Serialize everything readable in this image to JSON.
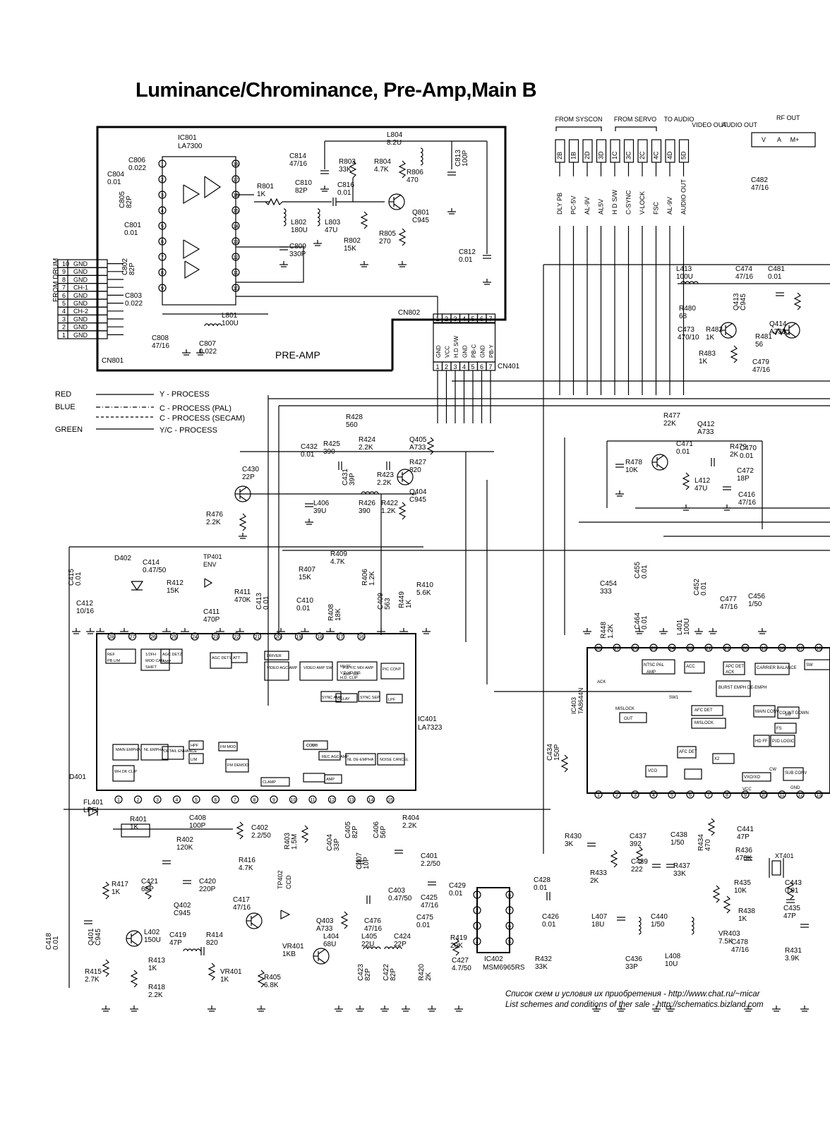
{
  "title": "Luminance/Chrominance, Pre-Amp,Main B",
  "credits": {
    "line1": "Список схем и условия их приобретения - http://www.chat.ru/~micar",
    "line2": "List schemes and conditions of ther sale - http://schematics.bizland.com"
  },
  "legend": [
    {
      "color": "RED",
      "meaning": "Y - PROCESS"
    },
    {
      "color": "BLUE",
      "meaning": "C - PROCESS (PAL)"
    },
    {
      "color": "",
      "meaning": "C - PROCESS (SECAM)"
    },
    {
      "color": "GREEN",
      "meaning": "Y/C - PROCESS"
    }
  ],
  "preamp": {
    "label": "PRE-AMP",
    "ic": "IC801",
    "ic_part": "LA7300",
    "connector": "CN801",
    "from_drum": "FROM DRUM",
    "cn802": "CN802",
    "cn401": "CN401",
    "cn801_pins": [
      {
        "n": "10",
        "sig": "GND"
      },
      {
        "n": "9",
        "sig": "GND"
      },
      {
        "n": "8",
        "sig": "GND"
      },
      {
        "n": "7",
        "sig": "CH-1"
      },
      {
        "n": "6",
        "sig": "GND"
      },
      {
        "n": "5",
        "sig": "GND"
      },
      {
        "n": "4",
        "sig": "CH-2"
      },
      {
        "n": "3",
        "sig": "GND"
      },
      {
        "n": "2",
        "sig": "GND"
      },
      {
        "n": "1",
        "sig": "GND"
      }
    ],
    "cn802_pins": [
      "1",
      "2",
      "3",
      "4",
      "5",
      "6",
      "7"
    ],
    "cn401_signals": [
      "GND",
      "VCC",
      "H.D S/W",
      "GND",
      "PB-C",
      "GND",
      "PB-Y"
    ],
    "components": [
      {
        "ref": "C806",
        "value": "0.022"
      },
      {
        "ref": "C804",
        "value": "0.01"
      },
      {
        "ref": "C805",
        "value": "82P"
      },
      {
        "ref": "C801",
        "value": "0.01"
      },
      {
        "ref": "C802",
        "value": "82P"
      },
      {
        "ref": "C803",
        "value": "0.022"
      },
      {
        "ref": "C808",
        "value": "47/16"
      },
      {
        "ref": "C807",
        "value": "0.022"
      },
      {
        "ref": "L801",
        "value": "100U"
      },
      {
        "ref": "C814",
        "value": "47/16"
      },
      {
        "ref": "R801",
        "value": "1K"
      },
      {
        "ref": "C810",
        "value": "82P"
      },
      {
        "ref": "L802",
        "value": "180U"
      },
      {
        "ref": "C809",
        "value": "330P"
      },
      {
        "ref": "L803",
        "value": "47U"
      },
      {
        "ref": "R803",
        "value": "33K"
      },
      {
        "ref": "C816",
        "value": "0.01"
      },
      {
        "ref": "R802",
        "value": "15K"
      },
      {
        "ref": "R804",
        "value": "4.7K"
      },
      {
        "ref": "R805",
        "value": "270"
      },
      {
        "ref": "L804",
        "value": "8.2U"
      },
      {
        "ref": "R806",
        "value": "470"
      },
      {
        "ref": "C813",
        "value": "100P"
      },
      {
        "ref": "Q801",
        "value": "C945"
      },
      {
        "ref": "C812",
        "value": "0.01"
      }
    ]
  },
  "header_groups": [
    {
      "label": "FROM SYSCON"
    },
    {
      "label": "FROM SERVO"
    },
    {
      "label": "TO AUDIO"
    },
    {
      "label": "VIDEO OUT"
    },
    {
      "label": "AUDIO OUT"
    },
    {
      "label": "RF OUT"
    }
  ],
  "rf_pins": [
    "V",
    "A",
    "M+"
  ],
  "connector_pins": [
    {
      "pin": "2B",
      "sig": "DLY PB"
    },
    {
      "pin": "1B",
      "sig": "PC-5V"
    },
    {
      "pin": "2D",
      "sig": "AL-9V"
    },
    {
      "pin": "3D",
      "sig": "AL5V"
    },
    {
      "pin": "1C",
      "sig": "H D S/W"
    },
    {
      "pin": "3C",
      "sig": "C-SYNC"
    },
    {
      "pin": "2C",
      "sig": "V-LOCK"
    },
    {
      "pin": "4C",
      "sig": "FSC"
    },
    {
      "pin": "4D",
      "sig": "AL-9V"
    },
    {
      "pin": "5D",
      "sig": "AUDIO OUT"
    }
  ],
  "ic401": {
    "ref": "IC401",
    "part": "LA7323",
    "top_pins": [
      "28",
      "27",
      "26",
      "25",
      "24",
      "23",
      "22",
      "21",
      "20",
      "19",
      "18",
      "17",
      "16"
    ],
    "bottom_pins": [
      "1",
      "2",
      "3",
      "4",
      "5",
      "6",
      "7",
      "8",
      "9",
      "10",
      "11",
      "12",
      "13",
      "14",
      "15"
    ],
    "blocks": [
      "REF",
      "PB LIM",
      "1/2FH",
      "MOD CAR",
      "SHIFT",
      "AGC DETZ",
      "AMP",
      "AGC DET1",
      "ATT",
      "DRIVER",
      "VIDEO AGC AMP",
      "VIDEO AMP SW",
      "MUTE",
      "V.D.HD INS",
      "H.D. CLIP",
      "P.B Y/C MIX AMP",
      "AMP SW",
      "PIC CONT",
      "SYNC AMP",
      "DELAY",
      "SYNC SEP",
      "LPF",
      "CCD",
      "REC AGC AMP",
      "MAIN EMPHA",
      "NL EMPHA",
      "DETAIL ENHANCE",
      "HPF",
      "LIM",
      "FM MOD",
      "FM DEMOD",
      "CLAMP",
      "AMP",
      "NL DE-EMPHA",
      "NOISE CANCEL",
      "WH DK CLIP",
      "COMB"
    ]
  },
  "ic403": {
    "ref": "IC403",
    "part": "TA8644N",
    "blocks": [
      "ACK",
      "MISLOCK",
      "OUT",
      "NTSC PAL",
      "ACC",
      "AMP",
      "APC DET",
      "ACK",
      "BURST EMPH DE-EMPH",
      "CARRIER BALANCE",
      "SW",
      "AFC DET",
      "MISLOCK",
      "MAIN CONV",
      "COUNT DOWN",
      "1/8",
      "FS",
      "HD FF",
      "P.ID LOGIC",
      "VCO",
      "AFC DET",
      "X2",
      "VXO/XO",
      "SUB CONV",
      "CW",
      "GND",
      "VCC",
      "SW1"
    ]
  },
  "ic402": {
    "ref": "IC402",
    "part": "MSM6965RS"
  },
  "tp401": {
    "ref": "TP401",
    "label": "ENV"
  },
  "tp402": {
    "ref": "TP402",
    "label": "CCD"
  },
  "xtal": {
    "ref": "XT401"
  },
  "components": [
    {
      "ref": "L413",
      "value": "100U"
    },
    {
      "ref": "C474",
      "value": "47/16"
    },
    {
      "ref": "C481",
      "value": "0.01"
    },
    {
      "ref": "C482",
      "value": "47/16"
    },
    {
      "ref": "R480",
      "value": "68"
    },
    {
      "ref": "Q413",
      "value": "C945"
    },
    {
      "ref": "C473",
      "value": "470/10"
    },
    {
      "ref": "Q414",
      "value": "A733"
    },
    {
      "ref": "R482",
      "value": "1K"
    },
    {
      "ref": "R481",
      "value": "56"
    },
    {
      "ref": "R483",
      "value": "1K"
    },
    {
      "ref": "C479",
      "value": "47/16"
    },
    {
      "ref": "R428",
      "value": "560"
    },
    {
      "ref": "C432",
      "value": "0.01"
    },
    {
      "ref": "R425",
      "value": "390"
    },
    {
      "ref": "R424",
      "value": "2.2K"
    },
    {
      "ref": "Q405",
      "value": "A733"
    },
    {
      "ref": "R427",
      "value": "820"
    },
    {
      "ref": "C431",
      "value": "39P"
    },
    {
      "ref": "R423",
      "value": "2.2K"
    },
    {
      "ref": "Q404",
      "value": "C945"
    },
    {
      "ref": "C430",
      "value": "22P"
    },
    {
      "ref": "L406",
      "value": "39U"
    },
    {
      "ref": "R426",
      "value": "390"
    },
    {
      "ref": "R422",
      "value": "1.2K"
    },
    {
      "ref": "R476",
      "value": "2.2K"
    },
    {
      "ref": "R477",
      "value": "22K"
    },
    {
      "ref": "Q412",
      "value": "A733"
    },
    {
      "ref": "C471",
      "value": "0.01"
    },
    {
      "ref": "R479",
      "value": "2K"
    },
    {
      "ref": "C470",
      "value": "0.01"
    },
    {
      "ref": "R478",
      "value": "10K"
    },
    {
      "ref": "L412",
      "value": "47U"
    },
    {
      "ref": "C472",
      "value": "18P"
    },
    {
      "ref": "C416",
      "value": "47/16"
    },
    {
      "ref": "C415",
      "value": "0.01"
    },
    {
      "ref": "D402",
      "value": ""
    },
    {
      "ref": "C414",
      "value": "0.47/50"
    },
    {
      "ref": "R412",
      "value": "15K"
    },
    {
      "ref": "C412",
      "value": "10/16"
    },
    {
      "ref": "R411",
      "value": "470K"
    },
    {
      "ref": "C413",
      "value": "0.01"
    },
    {
      "ref": "C411",
      "value": "470P"
    },
    {
      "ref": "R409",
      "value": "4.7K"
    },
    {
      "ref": "R407",
      "value": "15K"
    },
    {
      "ref": "R406",
      "value": "1.2K"
    },
    {
      "ref": "R410",
      "value": "5.6K"
    },
    {
      "ref": "C410",
      "value": "0.01"
    },
    {
      "ref": "R408",
      "value": "18K"
    },
    {
      "ref": "C409",
      "value": "563"
    },
    {
      "ref": "R449",
      "value": "1K"
    },
    {
      "ref": "C455",
      "value": "0.01"
    },
    {
      "ref": "C454",
      "value": "333"
    },
    {
      "ref": "C452",
      "value": "0.01"
    },
    {
      "ref": "C477",
      "value": "47/16"
    },
    {
      "ref": "C456",
      "value": "1/50"
    },
    {
      "ref": "R448",
      "value": "1.2K"
    },
    {
      "ref": "C464",
      "value": "0.01"
    },
    {
      "ref": "L401",
      "value": "100U"
    },
    {
      "ref": "D401",
      "value": ""
    },
    {
      "ref": "FL401",
      "value": "LPF"
    },
    {
      "ref": "R401",
      "value": "1K"
    },
    {
      "ref": "C408",
      "value": "100P"
    },
    {
      "ref": "R402",
      "value": "120K"
    },
    {
      "ref": "C402",
      "value": "2.2/50"
    },
    {
      "ref": "R403",
      "value": "1.5M"
    },
    {
      "ref": "C404",
      "value": "33P"
    },
    {
      "ref": "C405",
      "value": "82P"
    },
    {
      "ref": "C406",
      "value": "56P"
    },
    {
      "ref": "R404",
      "value": "2.2K"
    },
    {
      "ref": "C407",
      "value": "10P"
    },
    {
      "ref": "C401",
      "value": "2.2/50"
    },
    {
      "ref": "R416",
      "value": "4.7K"
    },
    {
      "ref": "R417",
      "value": "1K"
    },
    {
      "ref": "C421",
      "value": "68P"
    },
    {
      "ref": "C420",
      "value": "220P"
    },
    {
      "ref": "Q402",
      "value": "C945"
    },
    {
      "ref": "C417",
      "value": "47/16"
    },
    {
      "ref": "C418",
      "value": "0.01"
    },
    {
      "ref": "Q401",
      "value": "C945"
    },
    {
      "ref": "L402",
      "value": "150U"
    },
    {
      "ref": "C419",
      "value": "47P"
    },
    {
      "ref": "R414",
      "value": "820"
    },
    {
      "ref": "R413",
      "value": "1K"
    },
    {
      "ref": "R415",
      "value": "2.7K"
    },
    {
      "ref": "VR401",
      "value": "1K"
    },
    {
      "ref": "R418",
      "value": "2.2K"
    },
    {
      "ref": "R405",
      "value": "6.8K"
    },
    {
      "ref": "C403",
      "value": "0.47/50"
    },
    {
      "ref": "C476",
      "value": "47/16"
    },
    {
      "ref": "C425",
      "value": "47/16"
    },
    {
      "ref": "C475",
      "value": "0.01"
    },
    {
      "ref": "C429",
      "value": "0.01"
    },
    {
      "ref": "C428",
      "value": "0.01"
    },
    {
      "ref": "C426",
      "value": "0.01"
    },
    {
      "ref": "R419",
      "value": "20K"
    },
    {
      "ref": "Q403",
      "value": "A733"
    },
    {
      "ref": "VR401",
      "value": "1KB"
    },
    {
      "ref": "L404",
      "value": "68U"
    },
    {
      "ref": "L405",
      "value": "22U"
    },
    {
      "ref": "C424",
      "value": "22P"
    },
    {
      "ref": "C423",
      "value": "82P"
    },
    {
      "ref": "C422",
      "value": "82P"
    },
    {
      "ref": "R420",
      "value": "2K"
    },
    {
      "ref": "C427",
      "value": "4.7/50"
    },
    {
      "ref": "R432",
      "value": "33K"
    },
    {
      "ref": "C434",
      "value": "150P"
    },
    {
      "ref": "R430",
      "value": "3K"
    },
    {
      "ref": "R433",
      "value": "2K"
    },
    {
      "ref": "C437",
      "value": "392"
    },
    {
      "ref": "C438",
      "value": "1/50"
    },
    {
      "ref": "C439",
      "value": "222"
    },
    {
      "ref": "R437",
      "value": "33K"
    },
    {
      "ref": "R434",
      "value": "470"
    },
    {
      "ref": "C441",
      "value": "47P"
    },
    {
      "ref": "R436",
      "value": "470K"
    },
    {
      "ref": "R435",
      "value": "10K"
    },
    {
      "ref": "R438",
      "value": "1K"
    },
    {
      "ref": "C443",
      "value": "0.01"
    },
    {
      "ref": "C435",
      "value": "47P"
    },
    {
      "ref": "L407",
      "value": "18U"
    },
    {
      "ref": "C440",
      "value": "1/50"
    },
    {
      "ref": "VR403",
      "value": "7.5K"
    },
    {
      "ref": "C478",
      "value": "47/16"
    },
    {
      "ref": "R431",
      "value": "3.9K"
    },
    {
      "ref": "C436",
      "value": "33P"
    },
    {
      "ref": "L408",
      "value": "10U"
    }
  ]
}
